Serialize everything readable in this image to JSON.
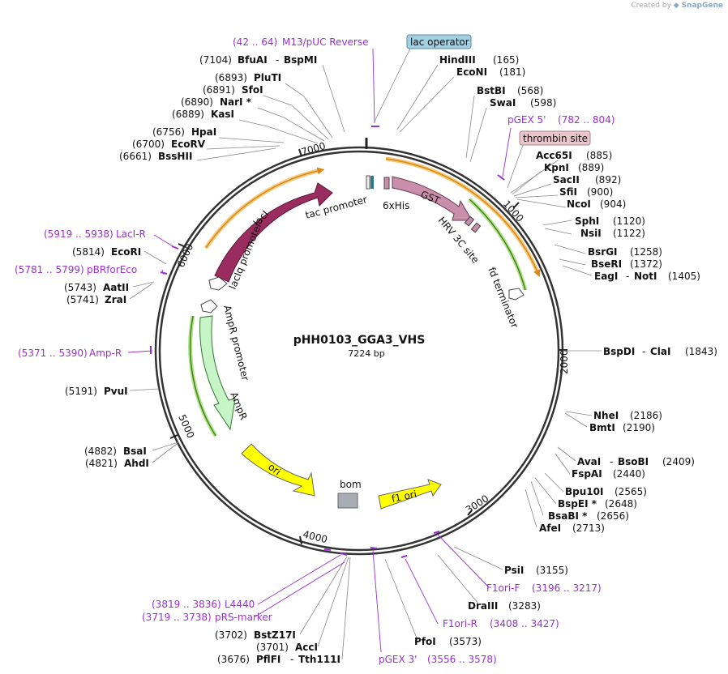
{
  "credit": {
    "prefix": "Created by",
    "brand": "SnapGene"
  },
  "plasmid": {
    "name": "pHH0103_GGA3_VHS",
    "size": "7224 bp",
    "length": 7224
  },
  "ticks": [
    "1000",
    "2000",
    "3000",
    "4000",
    "5000",
    "6000",
    "7000"
  ],
  "enzymes": {
    "bfuai": {
      "pos": "(7104)",
      "name": "BfuAI",
      "sep": "-",
      "name2": "BspMI"
    },
    "pluti": {
      "pos": "(6893)",
      "name": "PluTI"
    },
    "sfoi": {
      "pos": "(6891)",
      "name": "SfoI"
    },
    "nari": {
      "pos": "(6890)",
      "name": "NarI *"
    },
    "kasi": {
      "pos": "(6889)",
      "name": "KasI"
    },
    "hpai": {
      "pos": "(6756)",
      "name": "HpaI"
    },
    "ecorv": {
      "pos": "(6700)",
      "name": "EcoRV"
    },
    "bsshii": {
      "pos": "(6661)",
      "name": "BssHII"
    },
    "hindiii": {
      "name": "HindIII",
      "pos": "(165)"
    },
    "econi": {
      "name": "EcoNI",
      "pos": "(181)"
    },
    "bstbi": {
      "name": "BstBI",
      "pos": "(568)"
    },
    "swai": {
      "name": "SwaI",
      "pos": "(598)"
    },
    "acc65i": {
      "name": "Acc65I",
      "pos": "(885)"
    },
    "kpni": {
      "name": "KpnI",
      "pos": "(889)"
    },
    "sacii": {
      "name": "SacII",
      "pos": "(892)"
    },
    "sfii": {
      "name": "SfiI",
      "pos": "(900)"
    },
    "ncoi": {
      "name": "NcoI",
      "pos": "(904)"
    },
    "sphi": {
      "name": "SphI",
      "pos": "(1120)"
    },
    "nsii": {
      "name": "NsiI",
      "pos": "(1122)"
    },
    "bsrgi": {
      "name": "BsrGI",
      "pos": "(1258)"
    },
    "bseri": {
      "name": "BseRI",
      "pos": "(1372)"
    },
    "eagi": {
      "name": "EagI",
      "sep": "-",
      "name2": "NotI",
      "pos": "(1405)"
    },
    "bspdi": {
      "name": "BspDI",
      "sep": "-",
      "name2": "ClaI",
      "pos": "(1843)"
    },
    "nhei": {
      "name": "NheI",
      "pos": "(2186)"
    },
    "bmti": {
      "name": "BmtI",
      "pos": "(2190)"
    },
    "avai": {
      "name": "AvaI",
      "sep": "-",
      "name2": "BsoBI",
      "pos": "(2409)"
    },
    "fspai": {
      "name": "FspAI",
      "pos": "(2440)"
    },
    "bpu10i": {
      "name": "Bpu10I",
      "pos": "(2565)"
    },
    "bspei": {
      "name": "BspEI *",
      "pos": "(2648)"
    },
    "bsabi": {
      "name": "BsaBI *",
      "pos": "(2656)"
    },
    "afei": {
      "name": "AfeI",
      "pos": "(2713)"
    },
    "psii": {
      "name": "PsiI",
      "pos": "(3155)"
    },
    "draiii": {
      "name": "DraIII",
      "pos": "(3283)"
    },
    "pfoi": {
      "name": "PfoI",
      "pos": "(3573)"
    },
    "bstz17i": {
      "pos": "(3702)",
      "name": "BstZ17I"
    },
    "acci": {
      "pos": "(3701)",
      "name": "AccI"
    },
    "pflfi": {
      "pos": "(3676)",
      "name": "PflFI",
      "sep": "-",
      "name2": "Tth111I"
    },
    "bsai": {
      "pos": "(4882)",
      "name": "BsaI"
    },
    "ahdi": {
      "pos": "(4821)",
      "name": "AhdI"
    },
    "pvui": {
      "pos": "(5191)",
      "name": "PvuI"
    },
    "aatii": {
      "pos": "(5743)",
      "name": "AatII"
    },
    "zrai": {
      "pos": "(5741)",
      "name": "ZraI"
    },
    "ecori": {
      "pos": "(5814)",
      "name": "EcoRI"
    }
  },
  "primers": {
    "m13": {
      "range": "(42 .. 64)",
      "name": "M13/pUC Reverse"
    },
    "pgex5": {
      "name": "pGEX 5'",
      "range": "(782 .. 804)"
    },
    "f1orif": {
      "name": "F1ori-F",
      "range": "(3196 .. 3217)"
    },
    "f1orir": {
      "name": "F1ori-R",
      "range": "(3408 .. 3427)"
    },
    "pgex3": {
      "name": "pGEX 3'",
      "range": "(3556 .. 3578)"
    },
    "l4440": {
      "range": "(3819 .. 3836)",
      "name": "L4440"
    },
    "prs": {
      "range": "(3719 .. 3738)",
      "name": "pRS-marker"
    },
    "ampr": {
      "range": "(5371 .. 5390)",
      "name": "Amp-R"
    },
    "pbrfor": {
      "range": "(5781 .. 5799)",
      "name": "pBRforEco"
    },
    "lacir": {
      "range": "(5919 .. 5938)",
      "name": "LacI-R"
    }
  },
  "boxed_features": {
    "lac_operator": {
      "label": "lac operator",
      "fill": "#a3cfe0"
    },
    "thrombin": {
      "label": "thrombin site",
      "fill": "#e9c5cc"
    }
  },
  "features": {
    "laci": {
      "label": "lacI",
      "color": "#9b2c5f"
    },
    "laciq": {
      "label": "lacIq promoter"
    },
    "tac": {
      "label": "tac promoter"
    },
    "his": {
      "label": "6xHis"
    },
    "gst": {
      "label": "GST",
      "color": "#c98ea9"
    },
    "hrv": {
      "label": "HRV 3C site"
    },
    "fd": {
      "label": "fd terminator"
    },
    "amprp": {
      "label": "AmpR promoter"
    },
    "ampr": {
      "label": "AmpR",
      "color": "#c8f5c8"
    },
    "ori": {
      "label": "ori",
      "color": "#ffff00"
    },
    "bom": {
      "label": "bom",
      "color": "#a8adb5"
    },
    "f1ori": {
      "label": "f1 ori",
      "color": "#ffff00"
    }
  },
  "colors": {
    "primer": "#9932cc",
    "backbone": "#333333",
    "orf_outer": "#f5a623",
    "orf_inner": "#3a8a1a"
  }
}
